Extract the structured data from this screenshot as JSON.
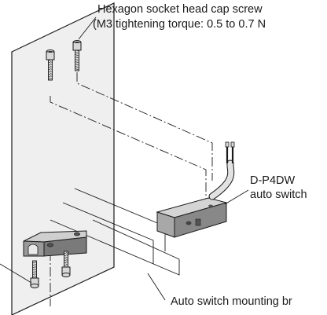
{
  "labels": {
    "screw_line1": "Hexagon socket head cap screw",
    "screw_line2": "(M3 tightening torque: 0.5 to 0.7 N",
    "switch_line1": "D-P4DW",
    "switch_line2": "auto switch",
    "bracket": "Auto switch mounting br"
  },
  "colors": {
    "line": "#1a1a1a",
    "plate_fill": "#efefef",
    "bracket_top": "#cfcfcf",
    "bracket_front": "#9a9a9a",
    "bracket_side": "#7a7a7a",
    "switch_top": "#d4d4d4",
    "switch_front": "#a8a8a8",
    "switch_side": "#888888",
    "screw_fill": "#d8d8d8"
  }
}
